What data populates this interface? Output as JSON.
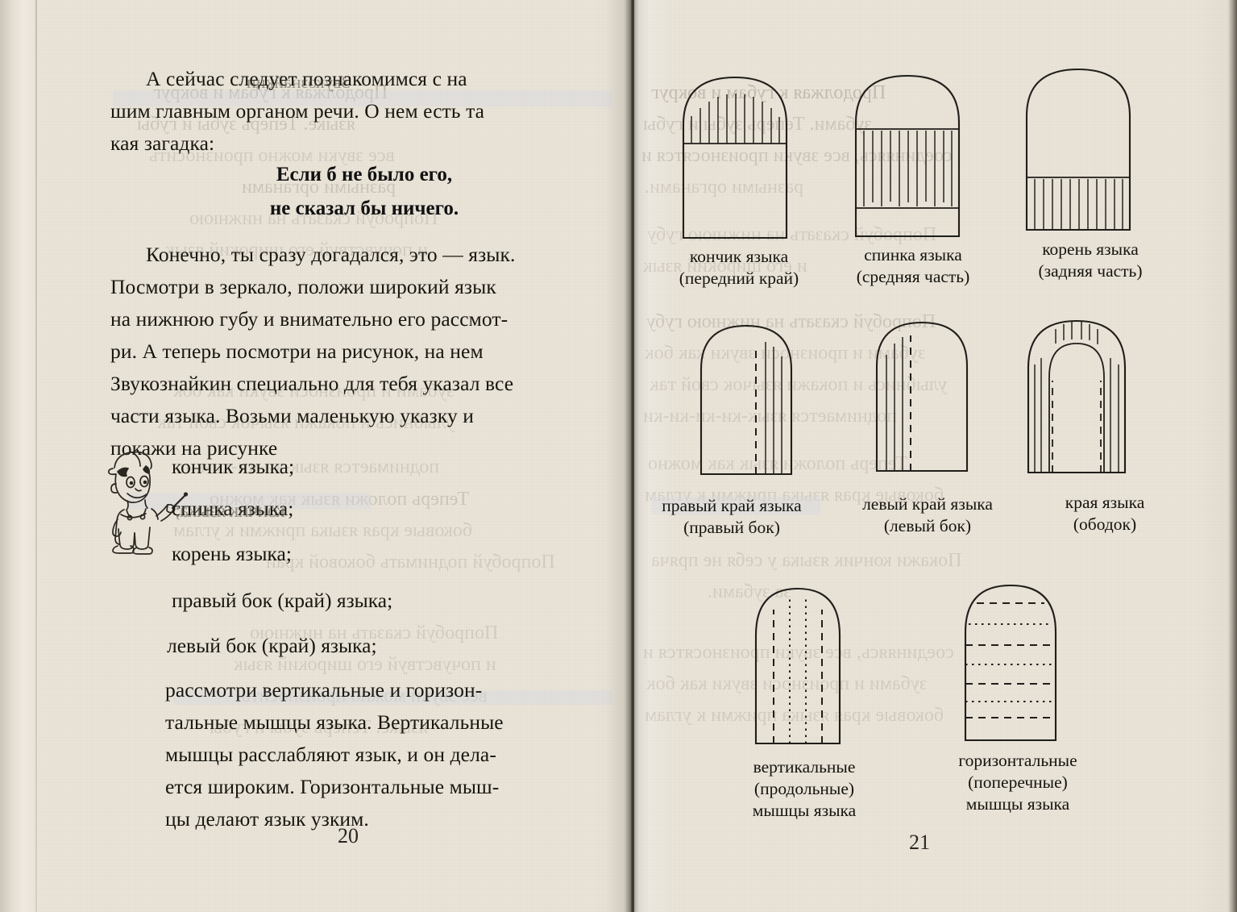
{
  "book": {
    "left_page": {
      "folio": "20",
      "paragraphs": [
        "А сейчас следует познакомимся с на шим главным органом речи. О нем есть та кая загадка:",
        "Конечно, ты сразу догадался, это — язык. Посмотри в зеркало, положи широкий язык на нижнюю губу и внимательно его рассмотри. А теперь посмотри на рисунок, на нем Звукознайкин специально для тебя указал все части языка. Возьми маленькую указку и покажи на рисунке"
      ],
      "p1_lines": [
        "А сейчас следует познакомимся с на",
        "шим главным органом речи. О нем есть та",
        "кая загадка:"
      ],
      "verse_lines": [
        "Если б не было его,",
        "не сказал бы ничего."
      ],
      "p2_lines": [
        "Конечно, ты сразу догадался, это — язык.",
        "Посмотри в зеркало, положи широкий язык",
        "на нижнюю губу и внимательно его рассмот-",
        "ри. А теперь посмотри на рисунок, на нем",
        "Звукознайкин специально для тебя указал все",
        "части языка. Возьми маленькую указку и",
        "покажи на рисунке"
      ],
      "list_items": [
        "кончик языка;",
        "спинка языка;",
        "корень языка;",
        "правый бок (край) языка;",
        "левый бок (край) языка;"
      ],
      "p3_lines": [
        "рассмотри вертикальные и горизон-",
        "тальные мышцы языка. Вертикальные",
        "мышцы расслабляют язык, и он дела-",
        "ется широким. Горизонтальные мыш-",
        "цы делают язык узким."
      ],
      "mascot_name": "Звукознайкин"
    },
    "right_page": {
      "folio": "21",
      "figures": [
        {
          "id": "tip",
          "caption_line1": "кончик языка",
          "caption_line2": "(передний край)"
        },
        {
          "id": "back",
          "caption_line1": "спинка языка",
          "caption_line2": "(средняя часть)"
        },
        {
          "id": "root",
          "caption_line1": "корень языка",
          "caption_line2": "(задняя часть)"
        },
        {
          "id": "right-edge",
          "caption_line1": "правый край языка",
          "caption_line2": "(правый бок)"
        },
        {
          "id": "left-edge",
          "caption_line1": "левый край языка",
          "caption_line2": "(левый бок)"
        },
        {
          "id": "rim",
          "caption_line1": "края языка",
          "caption_line2": "(ободок)"
        },
        {
          "id": "vertical",
          "caption_line1": "вертикальные",
          "caption_line2": "(продольные)",
          "caption_line3": "мышцы языка"
        },
        {
          "id": "horizontal",
          "caption_line1": "горизонтальные",
          "caption_line2": "(поперечные)",
          "caption_line3": "мышцы языка"
        }
      ]
    },
    "bleed_text": {
      "left": [
        "Продолжая к губам и вокруг",
        "языке. Теперь зубы и губы",
        "все звуки можно произносить",
        "разными органами",
        "Попробуй сказать на нижнюю",
        "и почувствуй его широкий язык",
        "зубами и произноси звуки как бок",
        "улыбнись и покажи язычок свой так",
        "поднимается язык-ки-ки-ки-ки",
        "Теперь положи язык как можно",
        "боковые края языка прижми к углам",
        "Попробуй поднимать боковой край"
      ],
      "right": [
        "Продолжая к губам и вокруг",
        "зубами. Теперь зубы и губы",
        "соединяясь, все звуки произносятся и",
        "разными органами.",
        "Попробуй сказать на нижнюю губу",
        "и его широкий язык",
        "зубами и произноси звуки как бок",
        "улыбнись и покажи язычок свой так",
        "поднимается язык-ки-ки-ки-ки",
        "Теперь положи язык как можно",
        "боковые края языка прижми к углам",
        "Попробуй поднимать боковой край",
        "Покажи кончик языка у себя не пряча",
        "за зубами."
      ]
    }
  },
  "colors": {
    "paper": "#e9e3d8",
    "ink": "#17160f",
    "gutter": "#3b372f",
    "bleed": "#6d6556"
  }
}
